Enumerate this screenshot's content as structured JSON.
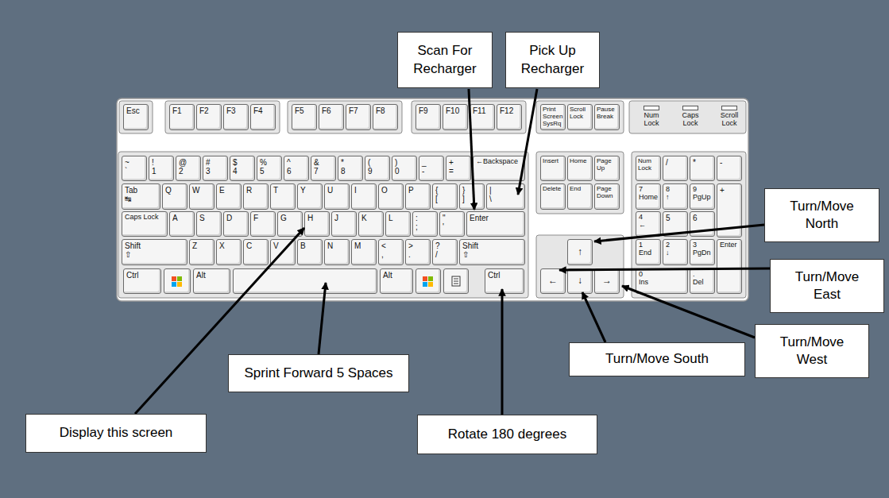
{
  "diagram": {
    "nodes": [
      {
        "text": [
          "Scan For Recharger"
        ]
      },
      {
        "text": [
          "Pick Up Recharger"
        ]
      },
      {
        "text": [
          "Turn/Move North"
        ]
      },
      {
        "text": [
          "Turn/Move East"
        ]
      },
      {
        "text": [
          "Turn/Move West"
        ]
      },
      {
        "text": [
          "Turn/Move South"
        ]
      },
      {
        "text": [
          "Sprint Forward 5 Spaces"
        ]
      },
      {
        "text": [
          "Display this screen"
        ]
      },
      {
        "text": [
          "Rotate 180 degrees"
        ]
      }
    ],
    "labels": [
      "Esc",
      "F1",
      "F2",
      "F3",
      "F4",
      "F5",
      "F6",
      "F7",
      "F8",
      "F9",
      "F10",
      "F11",
      "F12",
      "Print Screen SysRq",
      "Scroll Lock",
      "Pause Break",
      "Num Lock",
      "Caps Lock",
      "Scroll Lock",
      "~",
      "`",
      "!",
      "1",
      "@",
      "2",
      "#",
      "3",
      "$",
      "4",
      "%",
      "5",
      "^",
      "6",
      "&",
      "7",
      "*",
      "8",
      "(",
      "9",
      ")",
      "0",
      "_",
      "-",
      "+",
      "=",
      "←Backspace",
      "Insert",
      "Home",
      "Page Up",
      "Num Lock",
      "/",
      "*",
      "-",
      "Tab",
      "↹",
      "Q",
      "W",
      "E",
      "R",
      "T",
      "Y",
      "U",
      "I",
      "O",
      "P",
      "{",
      "[",
      "}",
      "]",
      "|",
      "\\",
      "Delete",
      "End",
      "Page Down",
      "7",
      "Home",
      "8",
      "↑",
      "9",
      "PgUp",
      "+",
      "Caps Lock",
      "A",
      "S",
      "D",
      "F",
      "G",
      "H",
      "J",
      "K",
      "L",
      ":",
      ";",
      "\"",
      "'",
      "Enter",
      "4",
      "←",
      "5",
      "6",
      "Shift",
      "⇧",
      "Z",
      "X",
      "C",
      "V",
      "B",
      "N",
      "M",
      "<",
      ",",
      ">",
      ".",
      "?",
      "/",
      "Shift",
      "⇧",
      "↑",
      "1",
      "End",
      "2",
      "↓",
      "3",
      "PgDn",
      "Enter",
      "Ctrl",
      "Alt",
      "Alt",
      "Ctrl",
      "←",
      "↓",
      "→",
      "0",
      "Ins",
      ".",
      "Del"
    ]
  }
}
